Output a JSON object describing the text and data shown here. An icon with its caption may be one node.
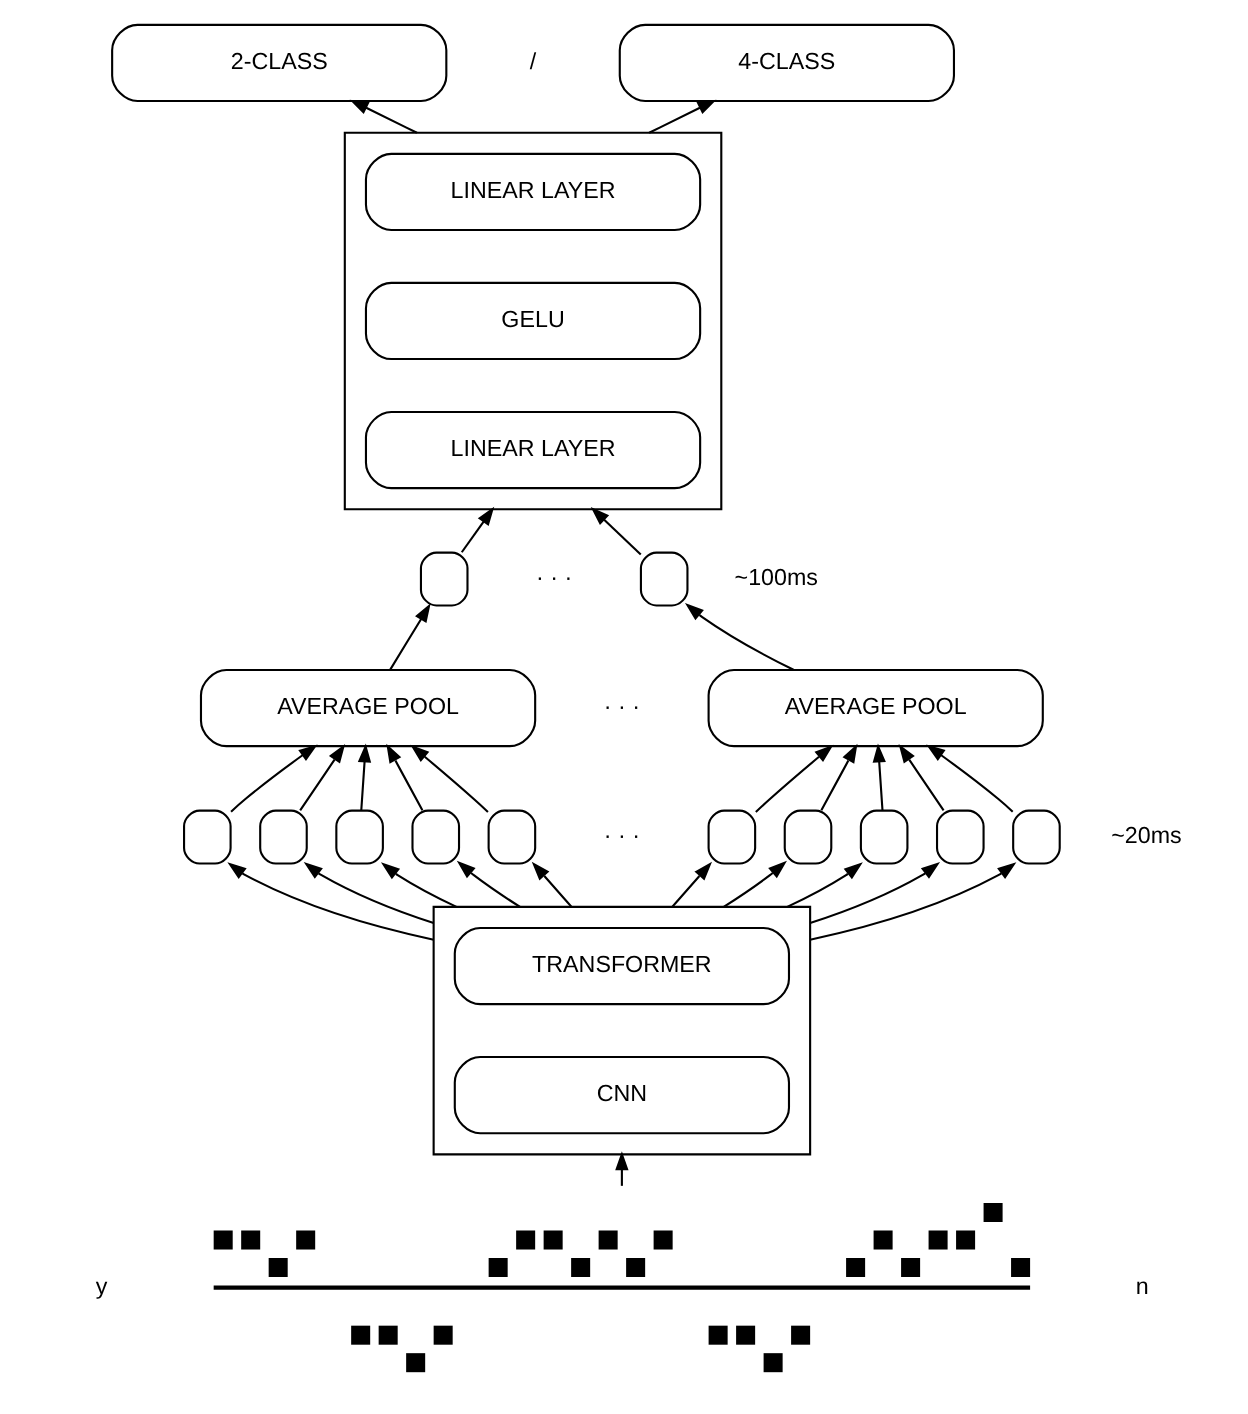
{
  "diagram": {
    "nodes": [
      {
        "text": [
          "2-CLASS"
        ]
      },
      {
        "text": [
          "4-CLASS"
        ]
      },
      {
        "text": [],
        "shape": "box"
      },
      {
        "text": [
          "LINEAR LAYER"
        ],
        "in": 2
      },
      {
        "text": [
          "GELU"
        ],
        "in": 2
      },
      {
        "text": [
          "LINEAR LAYER"
        ],
        "in": 2
      },
      {
        "text": [],
        "shape": "box"
      },
      {
        "text": [],
        "shape": "box",
        "beside": [
          "~100ms"
        ]
      },
      {
        "text": [
          "AVERAGE POOL"
        ]
      },
      {
        "text": [
          "AVERAGE POOL"
        ]
      },
      {
        "text": [],
        "shape": "box"
      },
      {
        "text": [],
        "shape": "box"
      },
      {
        "text": [],
        "shape": "box"
      },
      {
        "text": [],
        "shape": "box"
      },
      {
        "text": [],
        "shape": "box"
      },
      {
        "text": [],
        "shape": "box"
      },
      {
        "text": [],
        "shape": "box"
      },
      {
        "text": [],
        "shape": "box"
      },
      {
        "text": [],
        "shape": "box"
      },
      {
        "text": [],
        "shape": "box",
        "beside": [
          "~20ms"
        ]
      },
      {
        "text": [],
        "shape": "box"
      },
      {
        "text": [
          "TRANSFORMER"
        ],
        "in": 20
      },
      {
        "text": [
          "CNN"
        ],
        "in": 20
      },
      {
        "text": [],
        "shape": "picture"
      }
    ],
    "edges": [
      {
        "from": 2,
        "to": 0,
        "arrow": "to"
      },
      {
        "from": 2,
        "to": 1,
        "arrow": "to"
      },
      {
        "from": 6,
        "to": 2,
        "arrow": "to"
      },
      {
        "from": 7,
        "to": 2,
        "arrow": "to"
      },
      {
        "from": 8,
        "to": 6,
        "arrow": "to"
      },
      {
        "from": 9,
        "to": 7,
        "arrow": "to"
      },
      {
        "from": 10,
        "to": 8,
        "arrow": "to"
      },
      {
        "from": 11,
        "to": 8,
        "arrow": "to"
      },
      {
        "from": 12,
        "to": 8,
        "arrow": "to"
      },
      {
        "from": 13,
        "to": 8,
        "arrow": "to"
      },
      {
        "from": 14,
        "to": 8,
        "arrow": "to"
      },
      {
        "from": 15,
        "to": 9,
        "arrow": "to"
      },
      {
        "from": 16,
        "to": 9,
        "arrow": "to"
      },
      {
        "from": 17,
        "to": 9,
        "arrow": "to"
      },
      {
        "from": 18,
        "to": 9,
        "arrow": "to"
      },
      {
        "from": 19,
        "to": 9,
        "arrow": "to"
      },
      {
        "from": 20,
        "to": 10,
        "arrow": "to"
      },
      {
        "from": 20,
        "to": 11,
        "arrow": "to"
      },
      {
        "from": 20,
        "to": 12,
        "arrow": "to"
      },
      {
        "from": 20,
        "to": 13,
        "arrow": "to"
      },
      {
        "from": 20,
        "to": 14,
        "arrow": "to"
      },
      {
        "from": 20,
        "to": 15,
        "arrow": "to"
      },
      {
        "from": 20,
        "to": 16,
        "arrow": "to"
      },
      {
        "from": 20,
        "to": 17,
        "arrow": "to"
      },
      {
        "from": 20,
        "to": 18,
        "arrow": "to"
      },
      {
        "from": 20,
        "to": 19,
        "arrow": "to"
      },
      {
        "from": 23,
        "to": 20,
        "arrow": "to"
      }
    ],
    "labels": [
      "/",
      "· · ·",
      "· · ·",
      "· · ·",
      "y",
      "n"
    ]
  }
}
